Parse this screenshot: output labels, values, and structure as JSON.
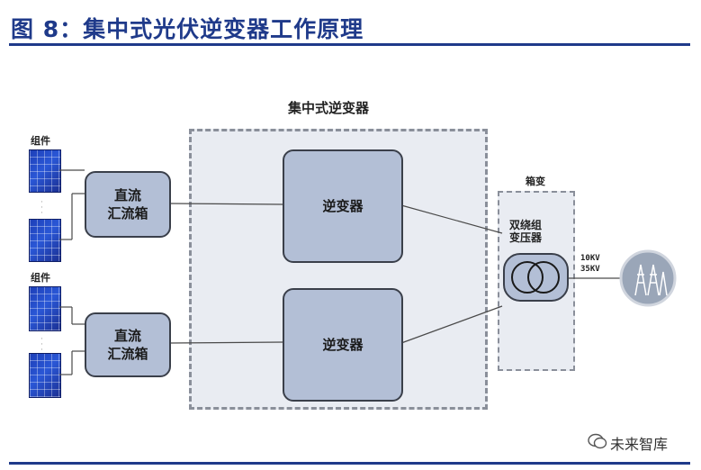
{
  "header": {
    "title": "图 8：集中式光伏逆变器工作原理"
  },
  "diagram": {
    "central_inverter_label": "集中式逆变器",
    "module_label_top": "组件",
    "module_label_bottom": "组件",
    "combiner_top": "直流汇流箱",
    "combiner_top_line1": "直流",
    "combiner_top_line2": "汇流箱",
    "combiner_bottom_line1": "直流",
    "combiner_bottom_line2": "汇流箱",
    "inverter_top": "逆变器",
    "inverter_bottom": "逆变器",
    "box_transformer_label": "箱变",
    "transformer_line1": "双绕组",
    "transformer_line2": "变压器",
    "voltage_line1": "10KV",
    "voltage_line2": "35KV"
  },
  "footer": {
    "watermark": "未来智库"
  }
}
